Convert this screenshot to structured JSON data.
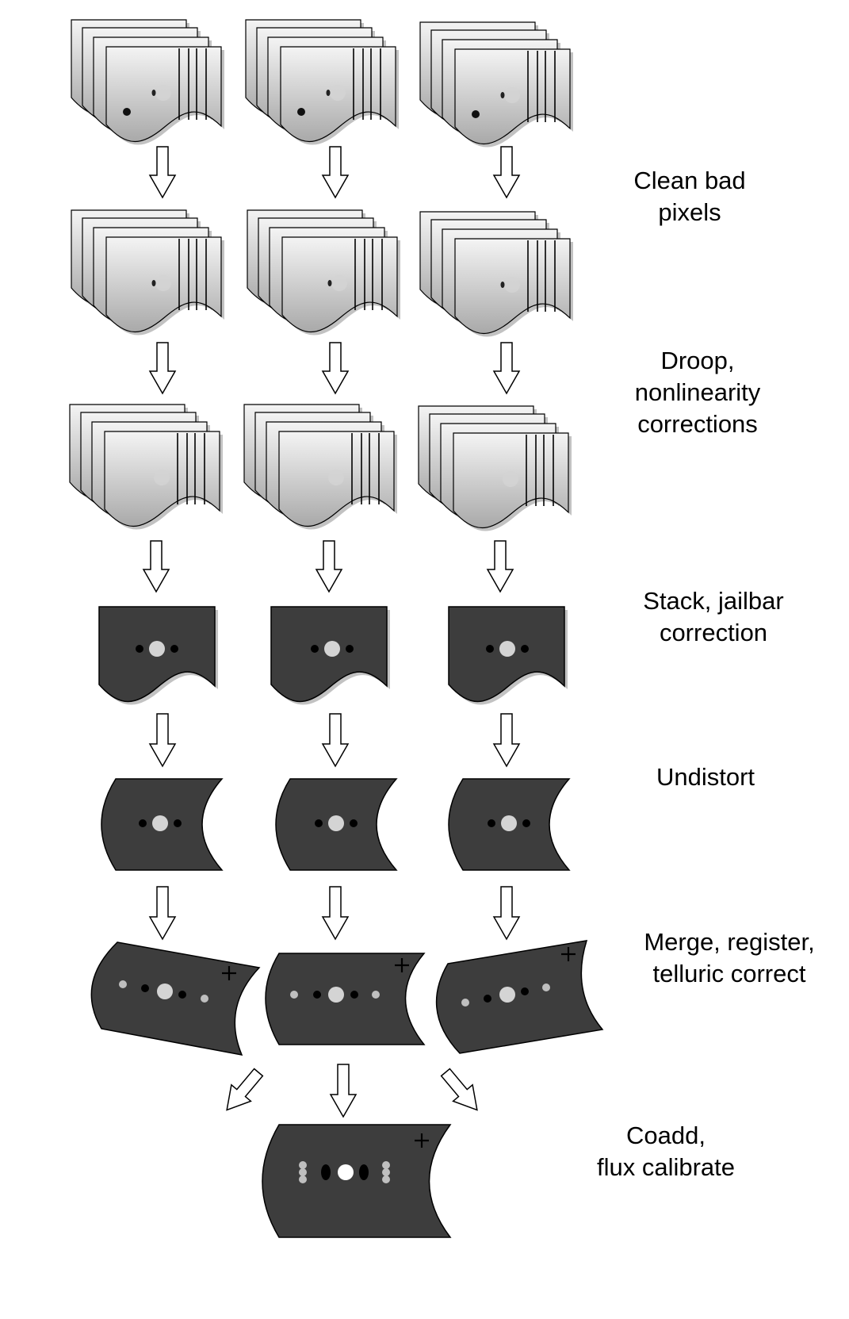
{
  "steps": [
    {
      "id": "clean",
      "lines": [
        "Clean bad",
        "pixels"
      ]
    },
    {
      "id": "droop",
      "lines": [
        "Droop,",
        "nonlinearity",
        "corrections"
      ]
    },
    {
      "id": "stack",
      "lines": [
        "Stack, jailbar",
        "correction"
      ]
    },
    {
      "id": "undistort",
      "lines": [
        "Undistort"
      ]
    },
    {
      "id": "merge",
      "lines": [
        "Merge, register,",
        "telluric correct"
      ]
    },
    {
      "id": "coadd",
      "lines": [
        "Coadd,",
        "flux calibrate"
      ]
    }
  ],
  "colors": {
    "raw_frame_light": "#f4f4f4",
    "raw_frame_dark": "#a9a9a9",
    "processed_frame": "#3d3d3d",
    "source_bright": "#d4d4d4",
    "source_dark": "#000000",
    "arrow_fill": "#ffffff",
    "outline": "#000000"
  }
}
